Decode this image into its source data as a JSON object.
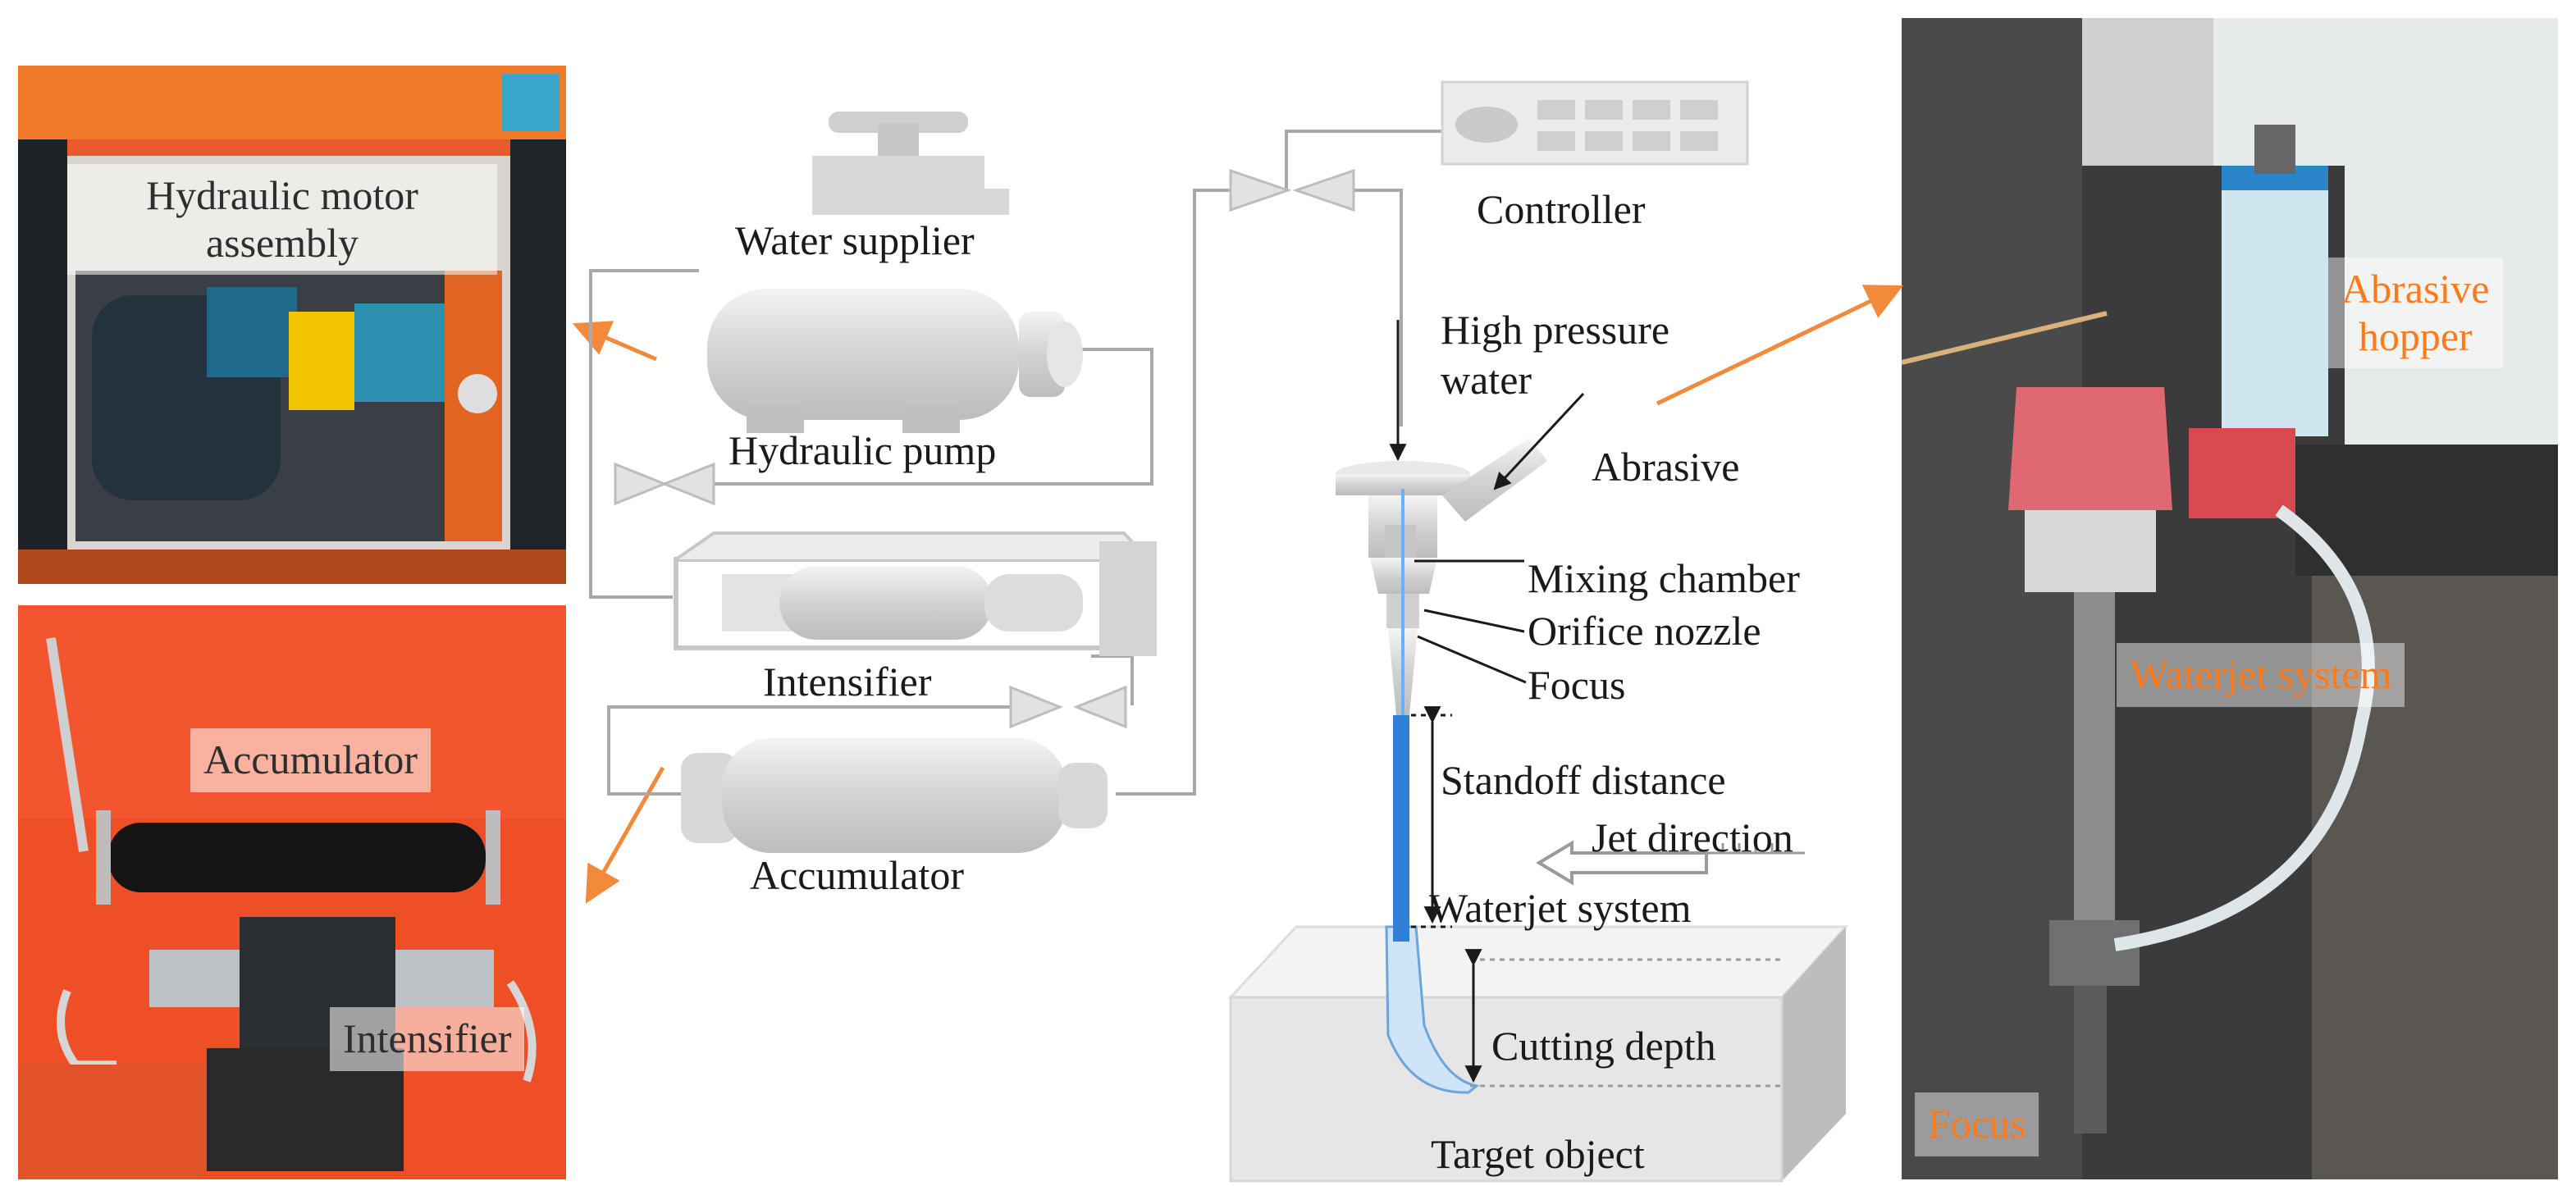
{
  "photos": {
    "top_left": {
      "label": "Hydraulic motor\nassembly"
    },
    "bottom_left": {
      "label_a": "Accumulator",
      "label_b": "Intensifier"
    },
    "right": {
      "label_a": "Abrasive\nhopper",
      "label_b": "Waterjet system",
      "label_c": "Focus"
    }
  },
  "diagram": {
    "water_supplier": "Water supplier",
    "hydraulic_pump": "Hydraulic pump",
    "intensifier": "Intensifier",
    "accumulator": "Accumulator",
    "controller": "Controller",
    "high_pressure_water": "High pressure\nwater",
    "abrasive": "Abrasive",
    "mixing_chamber": "Mixing chamber",
    "orifice_nozzle": "Orifice nozzle",
    "focus": "Focus",
    "standoff_distance": "Standoff distance",
    "jet_direction": "Jet direction",
    "waterjet_system": "Waterjet system",
    "cutting_depth": "Cutting depth",
    "target_object": "Target object"
  },
  "colors": {
    "pointer_arrow": "#f28a3c",
    "water_jet": "#2f7fd8",
    "hydraulic_orange": "#ef6a1e",
    "machine_gray": "#dcdcdc"
  }
}
